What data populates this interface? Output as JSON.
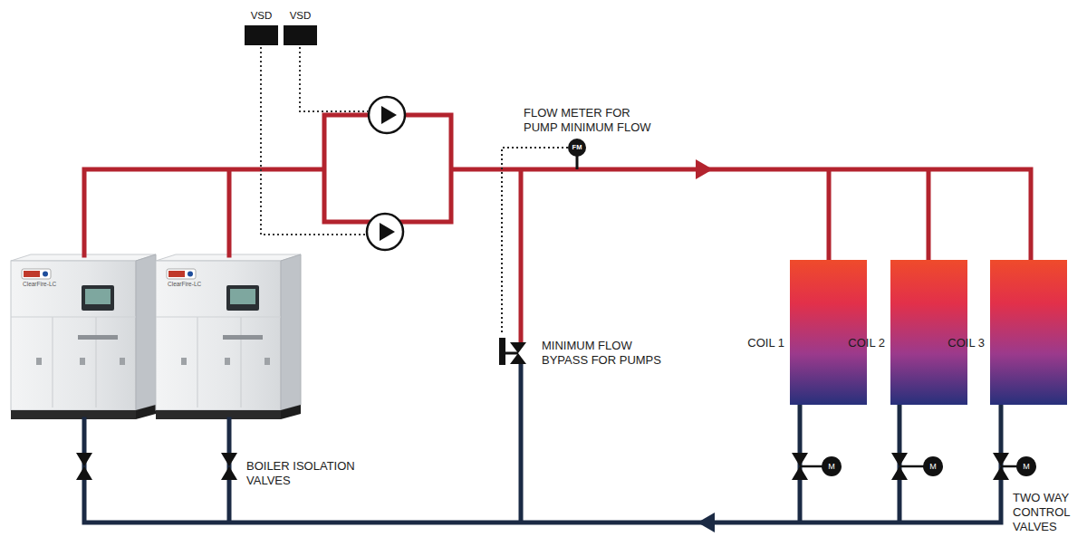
{
  "diagram": {
    "nodes": [
      {
        "text": [
          "VSD"
        ]
      },
      {
        "text": [
          "VSD"
        ]
      },
      {
        "text": [
          "FM"
        ]
      },
      {
        "text": [
          "MINIMUM FLOW BYPASS FOR PUMPS"
        ]
      },
      {
        "text": [
          "COIL 1"
        ]
      },
      {
        "text": [
          "COIL 2"
        ]
      },
      {
        "text": [
          "COIL 3"
        ]
      },
      {
        "text": [
          "M"
        ]
      },
      {
        "text": [
          "M"
        ]
      },
      {
        "text": [
          "M"
        ]
      }
    ],
    "edges": [
      {
        "from": 2,
        "to": 3,
        "arrow": "none"
      }
    ],
    "labels": [
      "FLOW METER FOR PUMP MINIMUM FLOW",
      "BOILER ISOLATION VALVES",
      "TWO WAY CONTROL VALVES",
      "ClearFire-LC",
      "ClearFire-LC"
    ]
  }
}
